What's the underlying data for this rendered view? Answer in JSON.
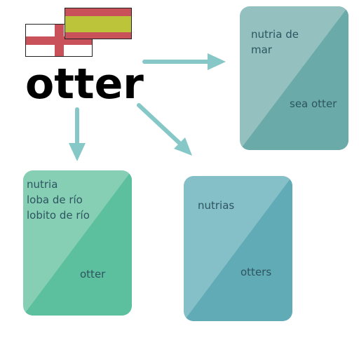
{
  "word": "otter",
  "flags": [
    {
      "name": "england-flag",
      "colors": {
        "field": "#ffffff",
        "cross": "#c8515a"
      }
    },
    {
      "name": "spain-flag",
      "colors": {
        "outer": "#c8515a",
        "inner": "#bcc43a"
      }
    }
  ],
  "arrow_color": "#86c7c7",
  "cards": {
    "sea_otter": {
      "spanish": "nutria de\nmar",
      "english": "sea otter",
      "colors": {
        "light": "#95c0c0",
        "dark": "#6aaaa8"
      }
    },
    "otter": {
      "spanish": "nutria\nloba de río\nlobito de río",
      "english": "otter",
      "colors": {
        "light": "#86cfb4",
        "dark": "#5cc09f"
      }
    },
    "otters": {
      "spanish": "nutrias",
      "english": "otters",
      "colors": {
        "light": "#85bfc7",
        "dark": "#61abb7"
      }
    }
  }
}
